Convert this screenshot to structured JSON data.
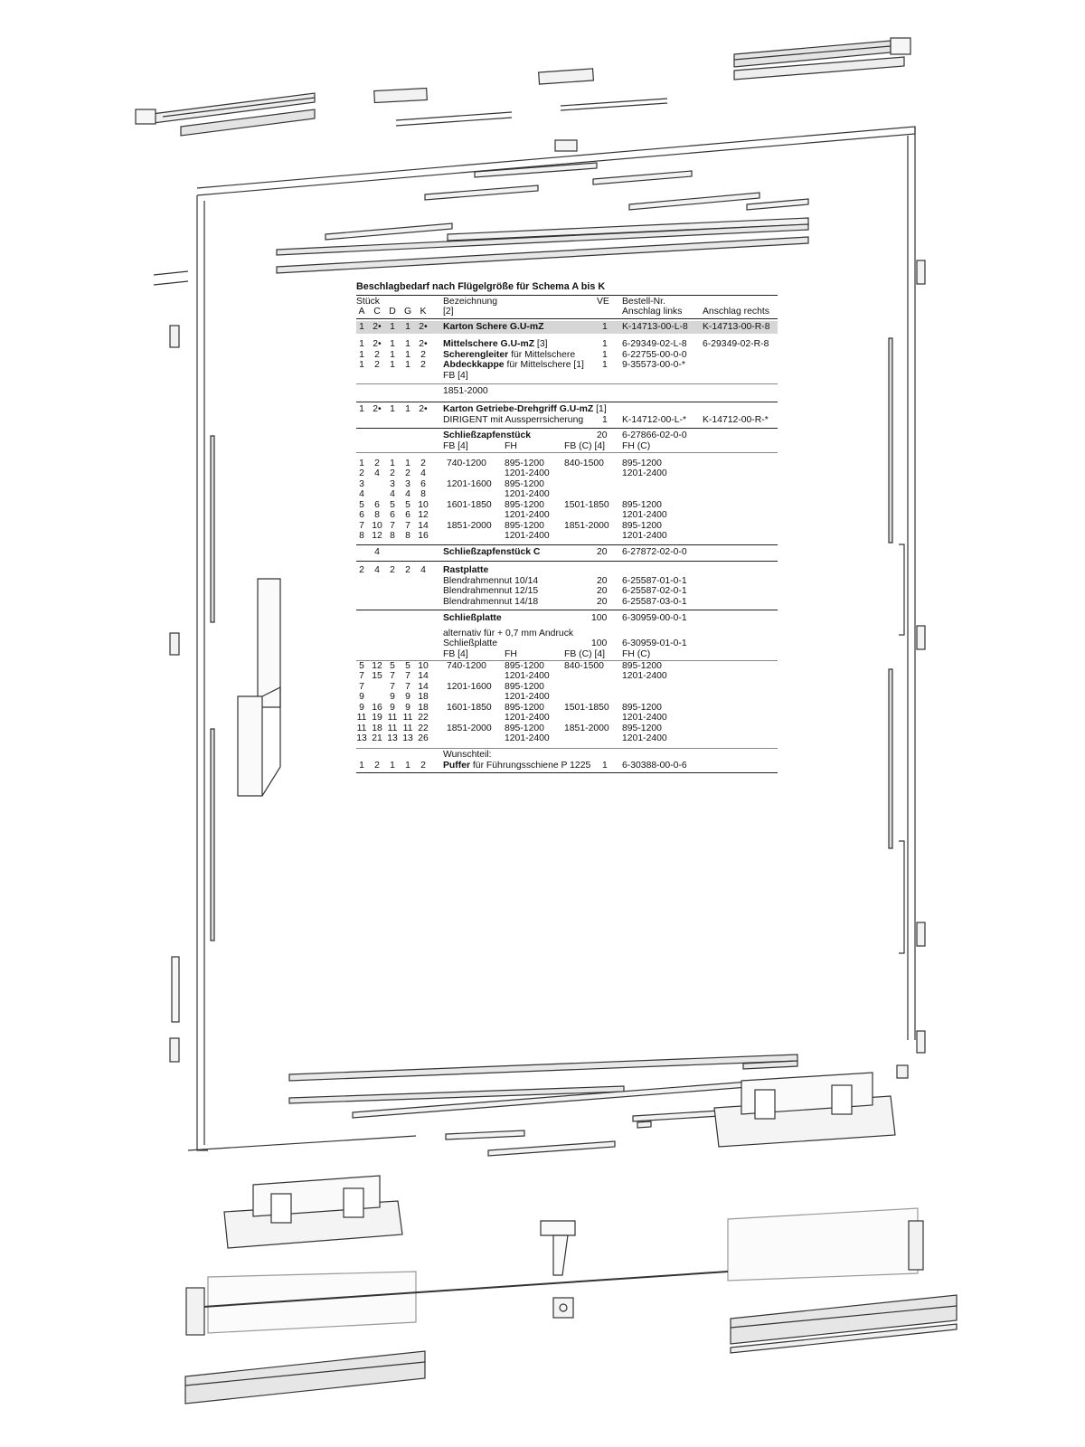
{
  "table": {
    "title": "Beschlagbedarf nach Flügelgröße für Schema A bis K",
    "header": {
      "stueck": "Stück",
      "cols": [
        "A",
        "C",
        "D",
        "G",
        "K"
      ],
      "bez": "Bezeichnung",
      "bez_ref": "[2]",
      "ve": "VE",
      "nr1": "Bestell-Nr.",
      "nr2": "Anschlag links",
      "nr3": "Anschlag rechts"
    },
    "karton_schere": {
      "q": [
        "1",
        "2•",
        "1",
        "1",
        "2•"
      ],
      "bez": "Karton Schere G.U-mZ",
      "ve": "1",
      "links": "K-14713-00-L-8",
      "rechts": "K-14713-00-R-8"
    },
    "schere_group": [
      {
        "q": [
          "1",
          "2•",
          "1",
          "1",
          "2•"
        ],
        "bez_b": "Mittelschere G.U-mZ",
        "bez": " [3]",
        "ve": "1",
        "links": "6-29349-02-L-8",
        "rechts": "6-29349-02-R-8"
      },
      {
        "q": [
          "1",
          "2",
          "1",
          "1",
          "2"
        ],
        "bez_b": "Scherengleiter",
        "bez": " für Mittelschere",
        "ve": "1",
        "links": "6-22755-00-0-0",
        "rechts": ""
      },
      {
        "q": [
          "1",
          "2",
          "1",
          "1",
          "2"
        ],
        "bez_b": "Abdeckkappe",
        "bez": " für Mittelschere [1]",
        "ve": "1",
        "links": "9-35573-00-0-*",
        "rechts": ""
      }
    ],
    "fb_note": "FB [4]",
    "fb_range": "1851-2000",
    "karton_getriebe": {
      "q": [
        "1",
        "2•",
        "1",
        "1",
        "2•"
      ],
      "bez": "Karton Getriebe-Drehgriff G.U-mZ",
      "ref": " [1]",
      "sub": "DIRIGENT mit Aussperrsicherung",
      "ve": "1",
      "links": "K-14712-00-L-*",
      "rechts": "K-14712-00-R-*"
    },
    "schliesszapfen": {
      "name": "Schließzapfenstück",
      "ve": "20",
      "nr": "6-27866-02-0-0",
      "sub_headers": [
        "FB [4]",
        "FH",
        "FB (C) [4]",
        "FH (C)"
      ],
      "rows": [
        {
          "q": [
            "1",
            "2",
            "1",
            "1",
            "2"
          ],
          "fb": "740-1200",
          "fh": "895-1200",
          "fbc": "840-1500",
          "fhc": "895-1200"
        },
        {
          "q": [
            "2",
            "4",
            "2",
            "2",
            "4"
          ],
          "fb": "",
          "fh": "1201-2400",
          "fbc": "",
          "fhc": "1201-2400"
        },
        {
          "q": [
            "3",
            "",
            "3",
            "3",
            "6"
          ],
          "fb": "1201-1600",
          "fh": "895-1200",
          "fbc": "",
          "fhc": ""
        },
        {
          "q": [
            "4",
            "",
            "4",
            "4",
            "8"
          ],
          "fb": "",
          "fh": "1201-2400",
          "fbc": "",
          "fhc": ""
        },
        {
          "q": [
            "5",
            "6",
            "5",
            "5",
            "10"
          ],
          "fb": "1601-1850",
          "fh": "895-1200",
          "fbc": "1501-1850",
          "fhc": "895-1200"
        },
        {
          "q": [
            "6",
            "8",
            "6",
            "6",
            "12"
          ],
          "fb": "",
          "fh": "1201-2400",
          "fbc": "",
          "fhc": "1201-2400"
        },
        {
          "q": [
            "7",
            "10",
            "7",
            "7",
            "14"
          ],
          "fb": "1851-2000",
          "fh": "895-1200",
          "fbc": "1851-2000",
          "fhc": "895-1200"
        },
        {
          "q": [
            "8",
            "12",
            "8",
            "8",
            "16"
          ],
          "fb": "",
          "fh": "1201-2400",
          "fbc": "",
          "fhc": "1201-2400"
        }
      ]
    },
    "schliesszapfen_c": {
      "q": [
        "",
        "4",
        "",
        "",
        ""
      ],
      "name": "Schließzapfenstück C",
      "ve": "20",
      "nr": "6-27872-02-0-0"
    },
    "rastplatte": {
      "q": [
        "2",
        "4",
        "2",
        "2",
        "4"
      ],
      "name": "Rastplatte",
      "items": [
        {
          "bez": "Blendrahmennut 10/14",
          "ve": "20",
          "nr": "6-25587-01-0-1"
        },
        {
          "bez": "Blendrahmennut 12/15",
          "ve": "20",
          "nr": "6-25587-02-0-1"
        },
        {
          "bez": "Blendrahmennut 14/18",
          "ve": "20",
          "nr": "6-25587-03-0-1"
        }
      ]
    },
    "schliessplatte": {
      "name": "Schließplatte",
      "ve": "100",
      "nr": "6-30959-00-0-1",
      "alt1": "alternativ für + 0,7 mm Andruck",
      "alt2": "Schließplatte",
      "alt_ve": "100",
      "alt_nr": "6-30959-01-0-1",
      "sub_headers": [
        "FB [4]",
        "FH",
        "FB (C) [4]",
        "FH (C)"
      ],
      "rows": [
        {
          "q": [
            "5",
            "12",
            "5",
            "5",
            "10"
          ],
          "fb": "740-1200",
          "fh": "895-1200",
          "fbc": "840-1500",
          "fhc": "895-1200"
        },
        {
          "q": [
            "7",
            "15",
            "7",
            "7",
            "14"
          ],
          "fb": "",
          "fh": "1201-2400",
          "fbc": "",
          "fhc": "1201-2400"
        },
        {
          "q": [
            "7",
            "",
            "7",
            "7",
            "14"
          ],
          "fb": "1201-1600",
          "fh": "895-1200",
          "fbc": "",
          "fhc": ""
        },
        {
          "q": [
            "9",
            "",
            "9",
            "9",
            "18"
          ],
          "fb": "",
          "fh": "1201-2400",
          "fbc": "",
          "fhc": ""
        },
        {
          "q": [
            "9",
            "16",
            "9",
            "9",
            "18"
          ],
          "fb": "1601-1850",
          "fh": "895-1200",
          "fbc": "1501-1850",
          "fhc": "895-1200"
        },
        {
          "q": [
            "11",
            "19",
            "11",
            "11",
            "22"
          ],
          "fb": "",
          "fh": "1201-2400",
          "fbc": "",
          "fhc": "1201-2400"
        },
        {
          "q": [
            "11",
            "18",
            "11",
            "11",
            "22"
          ],
          "fb": "1851-2000",
          "fh": "895-1200",
          "fbc": "1851-2000",
          "fhc": "895-1200"
        },
        {
          "q": [
            "13",
            "21",
            "13",
            "13",
            "26"
          ],
          "fb": "",
          "fh": "1201-2400",
          "fbc": "",
          "fhc": "1201-2400"
        }
      ]
    },
    "wunschteil": "Wunschteil:",
    "puffer": {
      "q": [
        "1",
        "2",
        "1",
        "1",
        "2"
      ],
      "bez_b": "Puffer",
      "bez": " für Führungsschiene P 1225",
      "ve": "1",
      "nr": "6-30388-00-0-6"
    }
  }
}
